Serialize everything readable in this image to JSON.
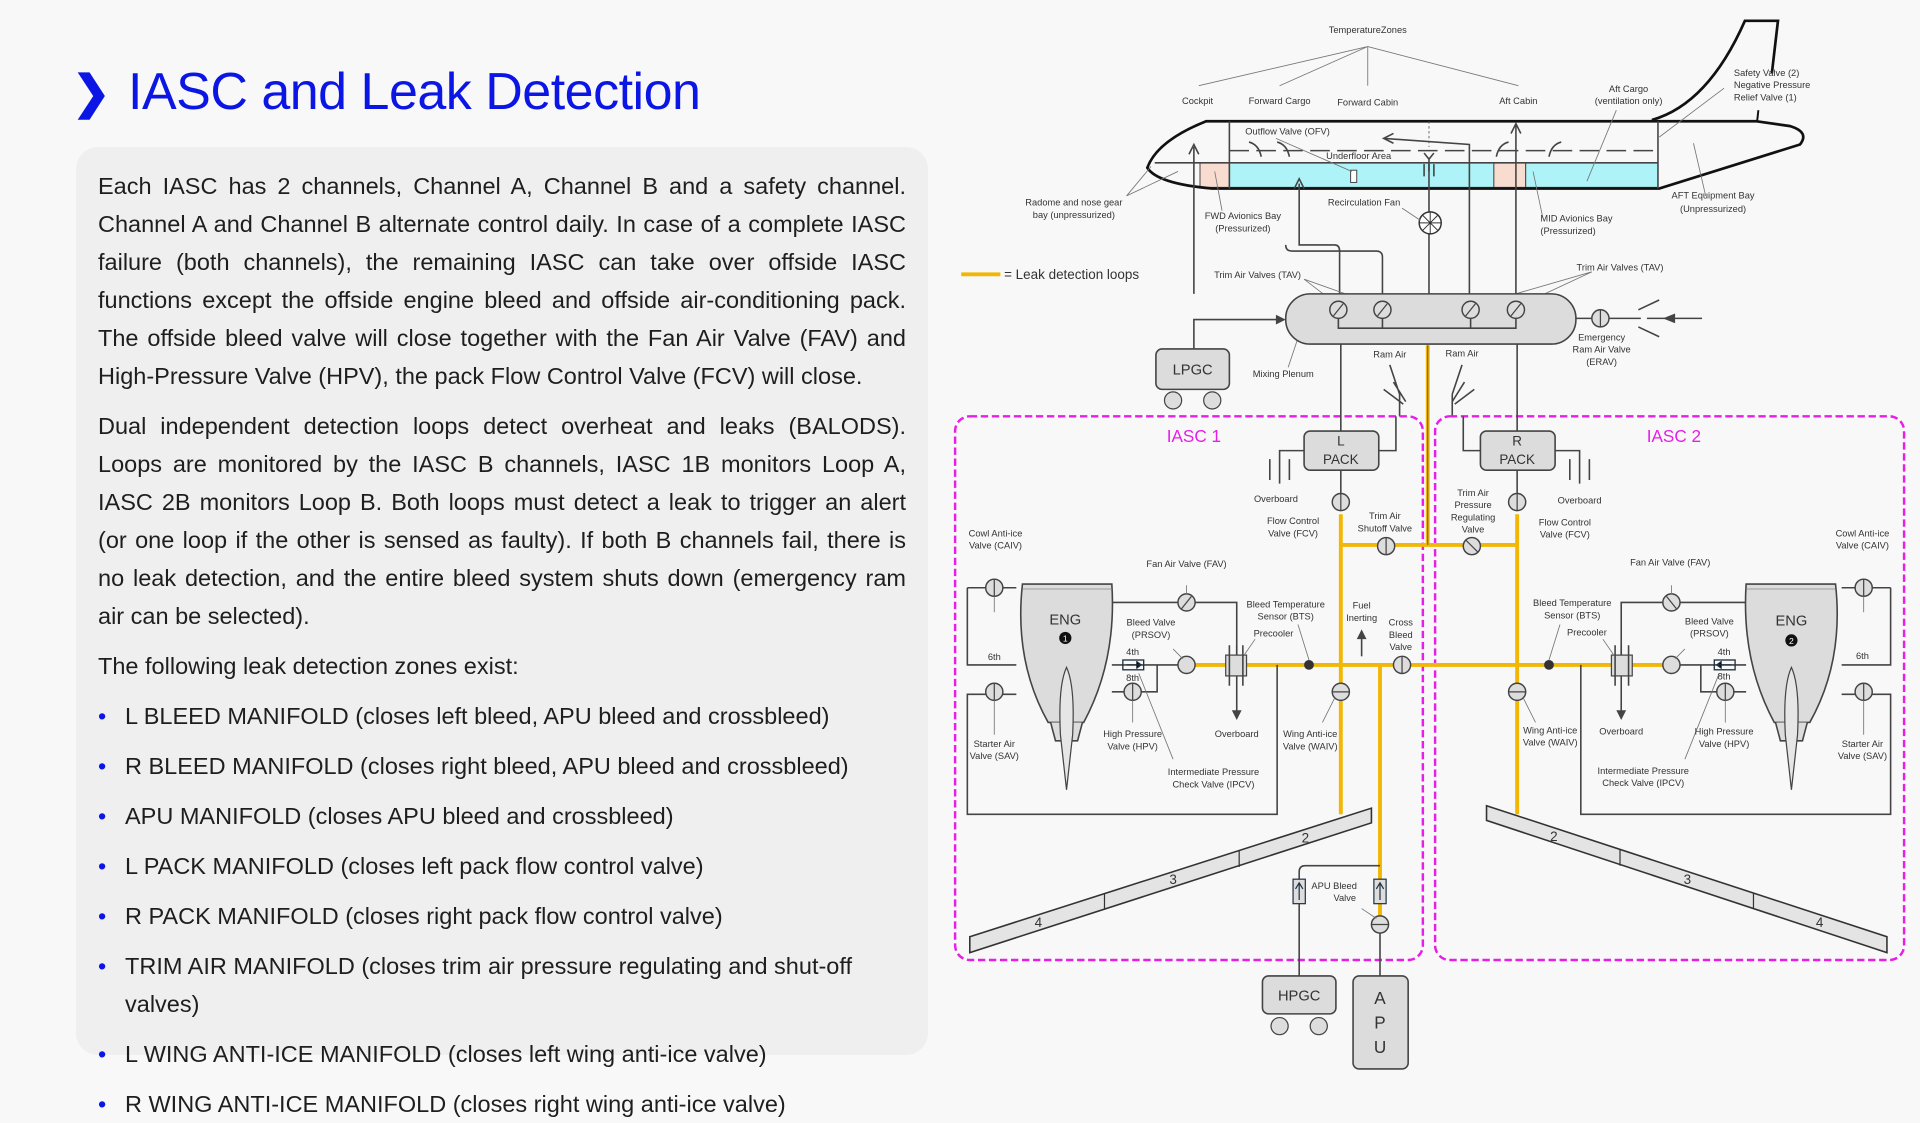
{
  "header": {
    "title": "IASC and Leak Detection",
    "chevron_icon": "chevron-right-icon",
    "accent_color": "#0b16e4"
  },
  "content": {
    "paragraphs": [
      "Each IASC has 2 channels, Channel A, Channel B and a safety channel. Channel A and Channel B alternate control daily. In case of a complete IASC failure (both channels), the remaining IASC can take over offside IASC functions except the offside engine bleed and offside air-conditioning pack. The offside bleed valve will close together with the Fan Air Valve (FAV) and High-Pressure Valve (HPV), the pack Flow Control Valve (FCV) will close.",
      "Dual independent detection loops detect overheat and leaks (BALODS). Loops are monitored by the IASC B channels, IASC 1B monitors Loop A, IASC 2B monitors Loop B. Both loops must detect a leak to trigger an alert (or one loop if the other is sensed as faulty). If both B channels fail, there is no leak detection, and the entire bleed system shuts down (emergency ram air can be selected).",
      "The following leak detection zones exist:"
    ],
    "zones": [
      "L BLEED MANIFOLD (closes left bleed, APU bleed and crossbleed)",
      "R BLEED MANIFOLD (closes right bleed, APU bleed and crossbleed)",
      "APU MANIFOLD (closes APU bleed and crossbleed)",
      "L PACK MANIFOLD (closes left pack flow control valve)",
      "R PACK MANIFOLD (closes right pack flow control valve)",
      "TRIM AIR MANIFOLD (closes trim air pressure regulating and shut-off valves)",
      "L WING ANTI-ICE MANIFOLD (closes left wing anti-ice valve)",
      "R WING ANTI-ICE MANIFOLD (closes right wing anti-ice valve)"
    ],
    "bullet": "•"
  },
  "diagram": {
    "colors": {
      "leak_loop": "#f2b705",
      "iasc_boundary": "#e61ee6",
      "pressurized_zone": "#aef3f8",
      "avionics_bay": "#f8dccf"
    },
    "legend": "= Leak detection loops",
    "temperature_zones": "TemperatureZones",
    "cockpit": "Cockpit",
    "forward_cargo": "Forward Cargo",
    "forward_cabin": "Forward Cabin",
    "aft_cabin": "Aft Cabin",
    "aft_cargo": [
      "Aft Cargo",
      "(ventilation only)"
    ],
    "safety_valve": [
      "Safety Valve (2)",
      "Negative Pressure",
      "Relief Valve (1)"
    ],
    "outflow_valve": "Outflow Valve (OFV)",
    "underfloor": "Underfloor Area",
    "radome": [
      "Radome and nose gear",
      "bay (unpressurized)"
    ],
    "fwd_avionics": [
      "FWD Avionics Bay",
      "(Pressurized)"
    ],
    "recirc_fan": "Recirculation Fan",
    "mid_avionics": [
      "MID Avionics Bay",
      "(Pressurized)"
    ],
    "aft_equipment": [
      "AFT Equipment Bay",
      "(Unpressurized)"
    ],
    "tav": "Trim Air Valves (TAV)",
    "erav": [
      "Emergency",
      "Ram Air Valve",
      "(ERAV)"
    ],
    "lpgc": "LPGC",
    "mixing_plenum": "Mixing Plenum",
    "ram_air": "Ram Air",
    "iasc1": "IASC 1",
    "iasc2": "IASC 2",
    "l_pack": [
      "L",
      "PACK"
    ],
    "r_pack": [
      "R",
      "PACK"
    ],
    "overboard": "Overboard",
    "fcv": [
      "Flow Control",
      "Valve (FCV)"
    ],
    "trim_shutoff": [
      "Trim Air",
      "Shutoff Valve"
    ],
    "trim_prv": [
      "Trim Air",
      "Pressure",
      "Regulating",
      "Valve"
    ],
    "caiv": [
      "Cowl Anti-ice",
      "Valve (CAIV)"
    ],
    "fav": "Fan Air Valve (FAV)",
    "eng": "ENG",
    "eng1_num": "1",
    "eng2_num": "2",
    "prsov": [
      "Bleed Valve",
      "(PRSOV)"
    ],
    "bts": [
      "Bleed Temperature",
      "Sensor (BTS)"
    ],
    "precooler": "Precooler",
    "fuel_inerting": [
      "Fuel",
      "Inerting"
    ],
    "cross_bleed": [
      "Cross",
      "Bleed",
      "Valve"
    ],
    "stage_4": "4th",
    "stage_8": "8th",
    "stage_6": "6th",
    "sav": [
      "Starter Air",
      "Valve (SAV)"
    ],
    "hpv": [
      "High Pressure",
      "Valve (HPV)"
    ],
    "ipcv": [
      "Intermediate Pressure",
      "Check Valve (IPCV)"
    ],
    "waiv": [
      "Wing Anti-ice",
      "Valve (WAIV)"
    ],
    "wing_zones": [
      "2",
      "3",
      "4"
    ],
    "apu_bleed": [
      "APU Bleed",
      "Valve"
    ],
    "hpgc": "HPGC",
    "apu": [
      "A",
      "P",
      "U"
    ]
  }
}
